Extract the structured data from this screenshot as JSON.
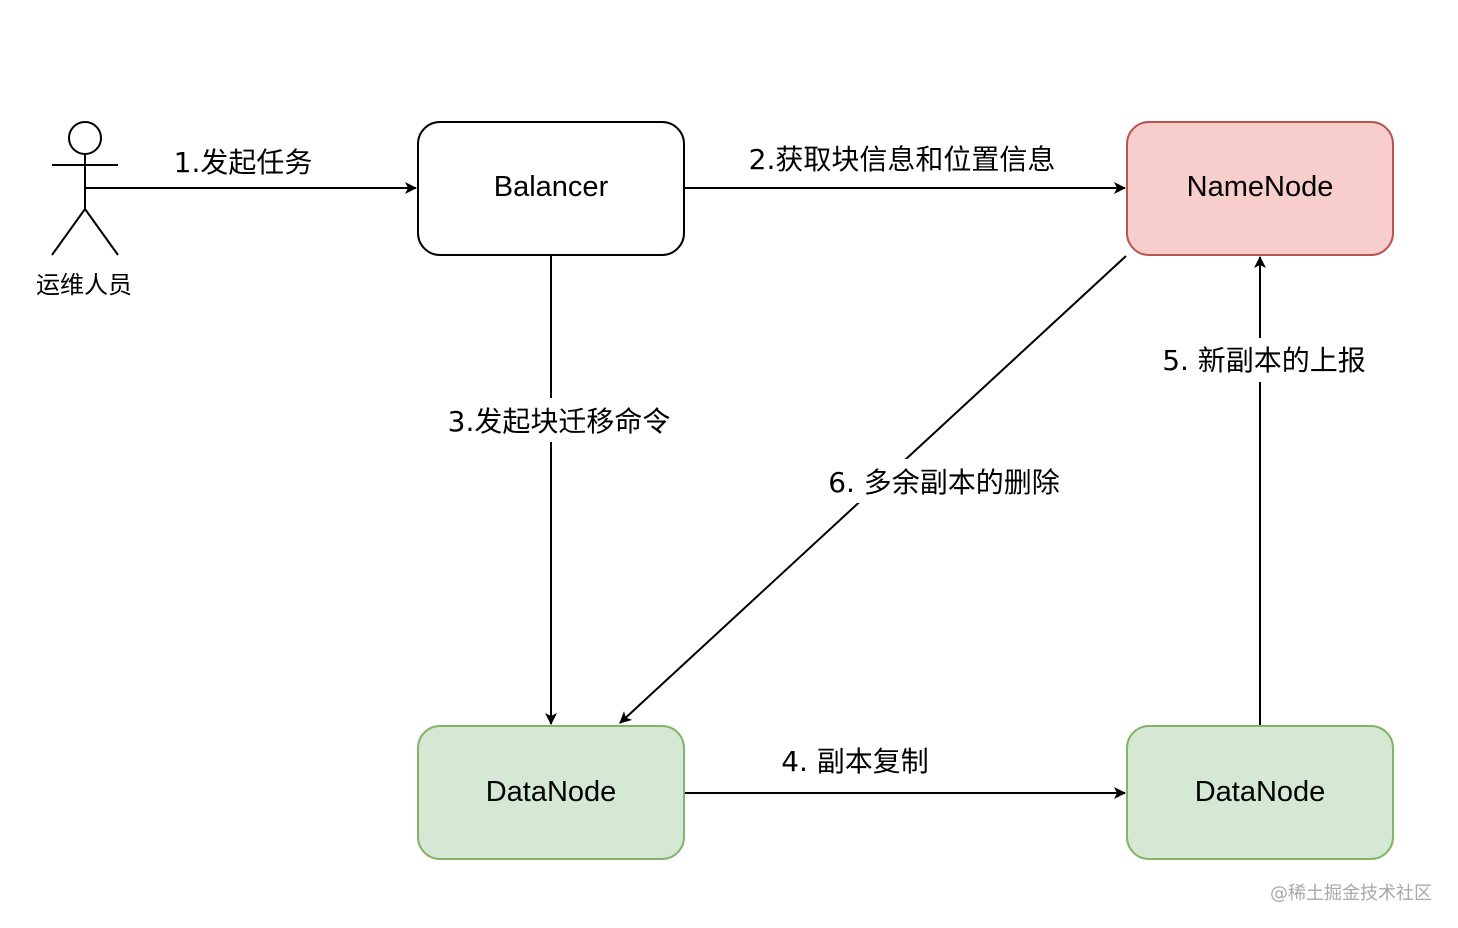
{
  "actor": {
    "label": "运维人员"
  },
  "nodes": {
    "balancer": {
      "label": "Balancer",
      "fill": "#ffffff",
      "stroke": "#000000"
    },
    "namenode": {
      "label": "NameNode",
      "fill": "#f8cecc",
      "stroke": "#b85450"
    },
    "datanode_source": {
      "label": "DataNode",
      "fill": "#d5e8d4",
      "stroke": "#82b366"
    },
    "datanode_target": {
      "label": "DataNode",
      "fill": "#d5e8d4",
      "stroke": "#82b366"
    }
  },
  "edges": {
    "start_task": {
      "label": "1.发起任务"
    },
    "get_block_info": {
      "label": "2.获取块信息和位置信息"
    },
    "migrate_command": {
      "label": "3.发起块迁移命令"
    },
    "replica_copy": {
      "label": "4. 副本复制"
    },
    "report_new_replica": {
      "label": "5. 新副本的上报"
    },
    "delete_extra_replica": {
      "label": "6. 多余副本的删除"
    }
  },
  "watermark": "@稀土掘金技术社区"
}
